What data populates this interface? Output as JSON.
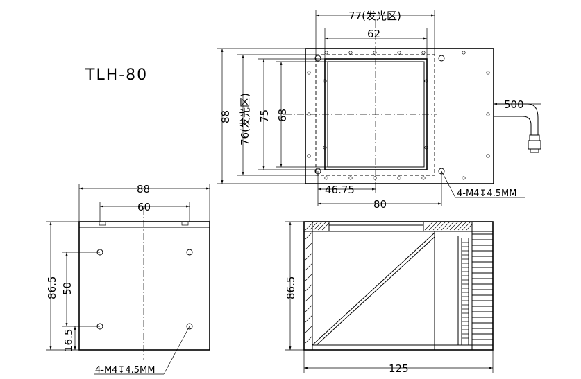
{
  "title": "TLH-80",
  "top_view": {
    "dim_emitting_width": "77(发光区)",
    "dim_inner_width": "62",
    "dim_height_overall": "88",
    "dim_emitting_height": "76(发光区)",
    "dim_height_75": "75",
    "dim_height_68": "68",
    "dim_cable_length": "500",
    "dim_offset": "46.75",
    "dim_hole_spacing": "80",
    "hole_callout": "4-M4↧4.5MM"
  },
  "front_view": {
    "dim_width": "88",
    "dim_hole_spacing_x": "60",
    "dim_height": "86.5",
    "dim_hole_spacing_y": "50",
    "dim_hole_offset": "16.5",
    "hole_callout": "4-M4↧4.5MM"
  },
  "side_view": {
    "dim_height": "86.5",
    "dim_length": "125"
  }
}
